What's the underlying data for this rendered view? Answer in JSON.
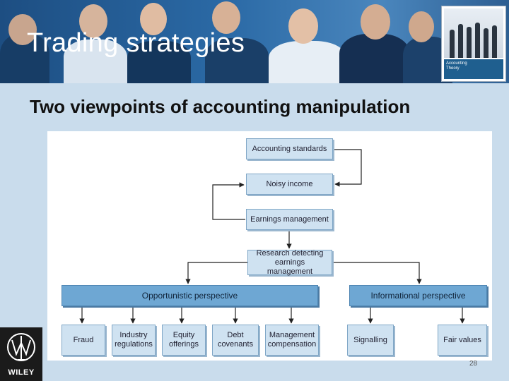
{
  "slide": {
    "title": "Trading strategies",
    "subtitle": "Two viewpoints of accounting manipulation",
    "page_number": "28"
  },
  "book_cover": {
    "title": "Accounting Theory"
  },
  "logo": {
    "text": "WILEY"
  },
  "diagram": {
    "nodes": {
      "accounting_standards": "Accounting standards",
      "noisy_income": "Noisy income",
      "earnings_management": "Earnings management",
      "research_detecting": "Research detecting earnings management",
      "opportunistic": "Opportunistic perspective",
      "informational": "Informational perspective",
      "fraud": "Fraud",
      "industry_regulations": "Industry regulations",
      "equity_offerings": "Equity offerings",
      "debt_covenants": "Debt covenants",
      "management_compensation": "Management compensation",
      "signalling": "Signalling",
      "fair_values": "Fair values"
    }
  },
  "colors": {
    "banner": "#2b6aa6",
    "node_light": "#cfe2f1",
    "node_dark": "#6ea7d3",
    "slide_background": "#c9dcec"
  }
}
